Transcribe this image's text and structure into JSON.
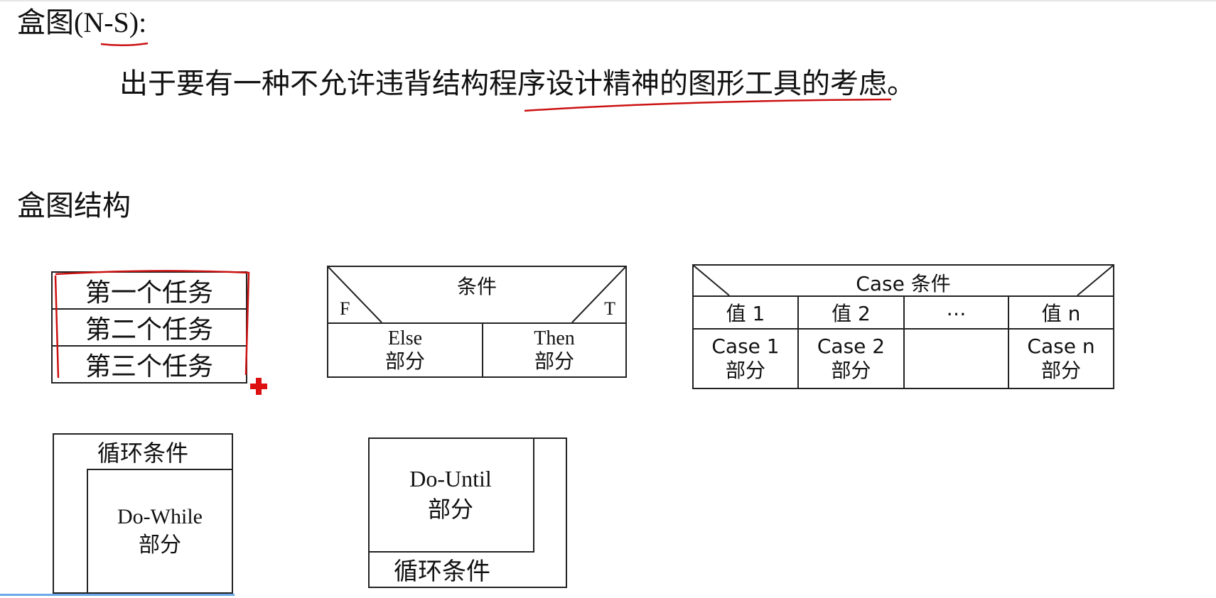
{
  "heading": {
    "cn": "盒图",
    "paren_open": "(",
    "latin": "N-S",
    "paren_close": "):"
  },
  "subtitle": "出于要有一种不允许违背结构程序设计精神的图形工具的考虑。",
  "section_title": "盒图结构",
  "sequence": {
    "tasks": [
      "第一个任务",
      "第二个任务",
      "第三个任务"
    ]
  },
  "if_else": {
    "condition": "条件",
    "false_label": "F",
    "true_label": "T",
    "else_line1": "Else",
    "else_line2": "部分",
    "then_line1": "Then",
    "then_line2": "部分"
  },
  "case": {
    "condition": "Case 条件",
    "values": [
      "值 1",
      "值 2",
      "…",
      "值 n"
    ],
    "parts": [
      {
        "line1": "Case 1",
        "line2": "部分"
      },
      {
        "line1": "Case 2",
        "line2": "部分"
      },
      {
        "line1": "",
        "line2": ""
      },
      {
        "line1": "Case n",
        "line2": "部分"
      }
    ]
  },
  "do_while": {
    "condition": "循环条件",
    "line1": "Do-While",
    "line2": "部分"
  },
  "do_until": {
    "line1": "Do-Until",
    "line2": "部分",
    "condition": "循环条件"
  },
  "annotation_color": "#cc1111"
}
